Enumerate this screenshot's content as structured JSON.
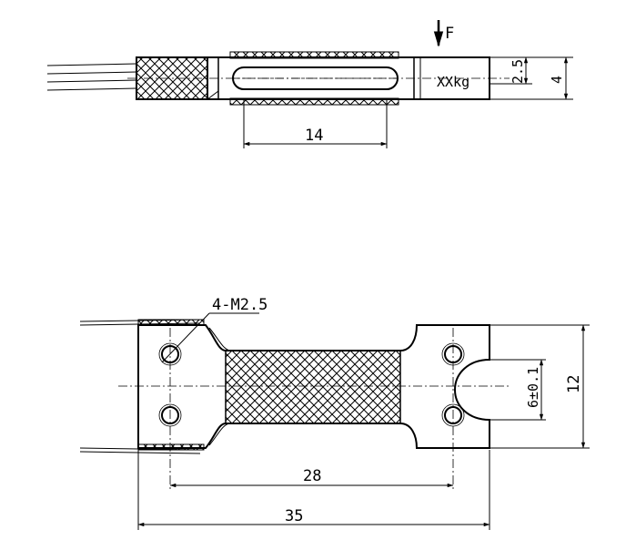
{
  "top_view": {
    "force_label": "F",
    "capacity_label": "XXkg",
    "dim_length": "14",
    "dim_thickness_inner": "2.5",
    "dim_thickness_total": "4"
  },
  "bottom_view": {
    "hole_callout": "4-M2.5",
    "dim_hole_spacing": "28",
    "dim_overall_length": "35",
    "dim_width": "12",
    "dim_slot": "6±0.1"
  }
}
